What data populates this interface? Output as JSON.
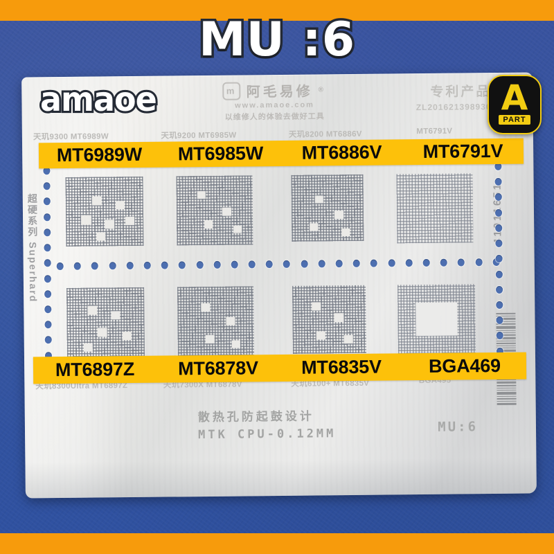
{
  "overlay": {
    "title": "MU :6",
    "logo": "amaoe",
    "badge": {
      "letter": "A",
      "sub": "PART"
    }
  },
  "colors": {
    "band": "#f79b0c",
    "background": "#2f56a6",
    "label": "#fdc10a",
    "label_text": "#0b0b0b",
    "hole": "#4d6fb0",
    "badge_yellow": "#f2cc12"
  },
  "stencil": {
    "brand": {
      "badge_glyph": "m",
      "cn_name": "阿毛易修",
      "registered": "®",
      "url": "www.amaoe.com",
      "tagline": "以维修人的体验去做好工具"
    },
    "patent": {
      "cn": "专利产品",
      "zl": "ZL201621398936"
    },
    "side_left": "超硬系列 Superhard",
    "side_right": "41011651",
    "bottom_note_line1": "散热孔防起鼓设计",
    "bottom_note_line2": "MTK CPU-0.12MM",
    "bottom_mark": "MU:6"
  },
  "labels": {
    "top_row": [
      "MT6989W",
      "MT6985W",
      "MT6886V",
      "MT6791V"
    ],
    "bottom_row": [
      "MT6897Z",
      "MT6878V",
      "MT6835V",
      "BGA469"
    ]
  },
  "captions": {
    "top_row": [
      "天玑9300 MT6989W",
      "天玑9200 MT6985W",
      "天玑8200 MT6886V",
      "MT6791V"
    ],
    "bottom_row": [
      "天玑8300Ultra MT6897Z",
      "天玑7300X MT6878V",
      "天玑6100+ MT6835V",
      "BGA495"
    ]
  }
}
